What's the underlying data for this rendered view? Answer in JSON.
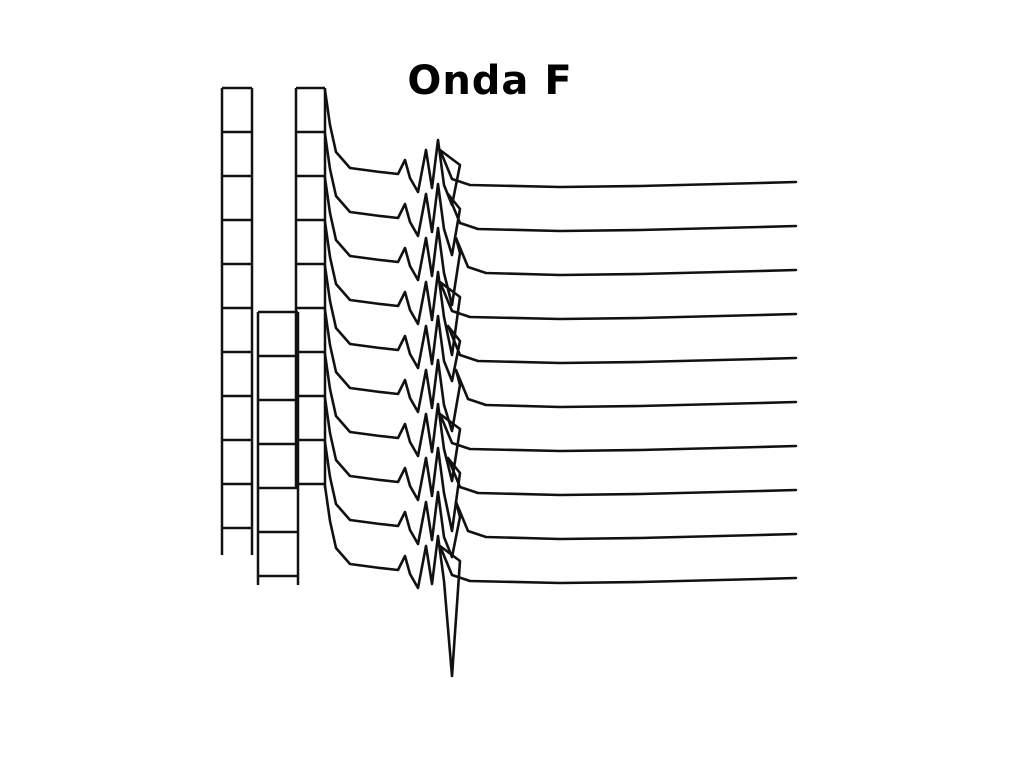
{
  "slide": {
    "title": "Onda F"
  },
  "figure": {
    "description_icon": "emg-f-wave-traces",
    "trace_count": 10,
    "stroke_color": "#111111"
  }
}
